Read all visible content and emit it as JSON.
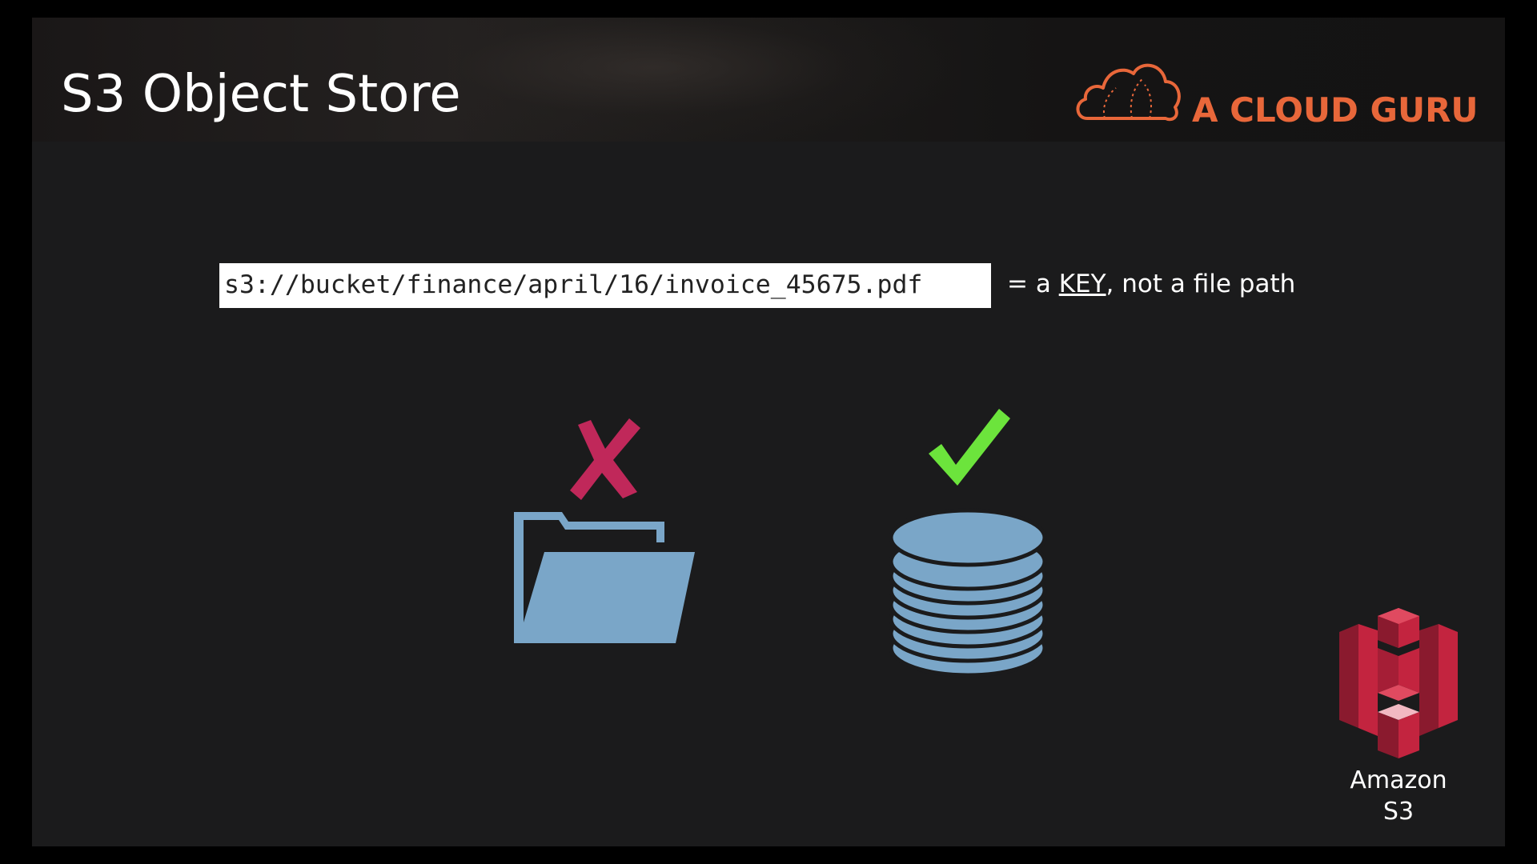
{
  "slide": {
    "title": "S3 Object Store",
    "brand": {
      "name": "A CLOUD GURU",
      "color": "#e8673a",
      "icon": "cloud-logo-icon"
    },
    "key_example": {
      "path": "s3://bucket/finance/april/16/invoice_45675.pdf",
      "note_prefix": "= a ",
      "note_key": "KEY",
      "note_suffix": ", not a file path"
    },
    "illustrations": [
      {
        "icon": "folder-icon",
        "mark": "cross-icon",
        "mark_color": "#c0285a",
        "icon_color": "#7aa6c8"
      },
      {
        "icon": "database-icon",
        "mark": "checkmark-icon",
        "mark_color": "#6ce43c",
        "icon_color": "#7aa6c8"
      }
    ],
    "service": {
      "label_line1": "Amazon",
      "label_line2": "S3",
      "icon": "amazon-s3-icon",
      "color": "#c3243f"
    }
  }
}
